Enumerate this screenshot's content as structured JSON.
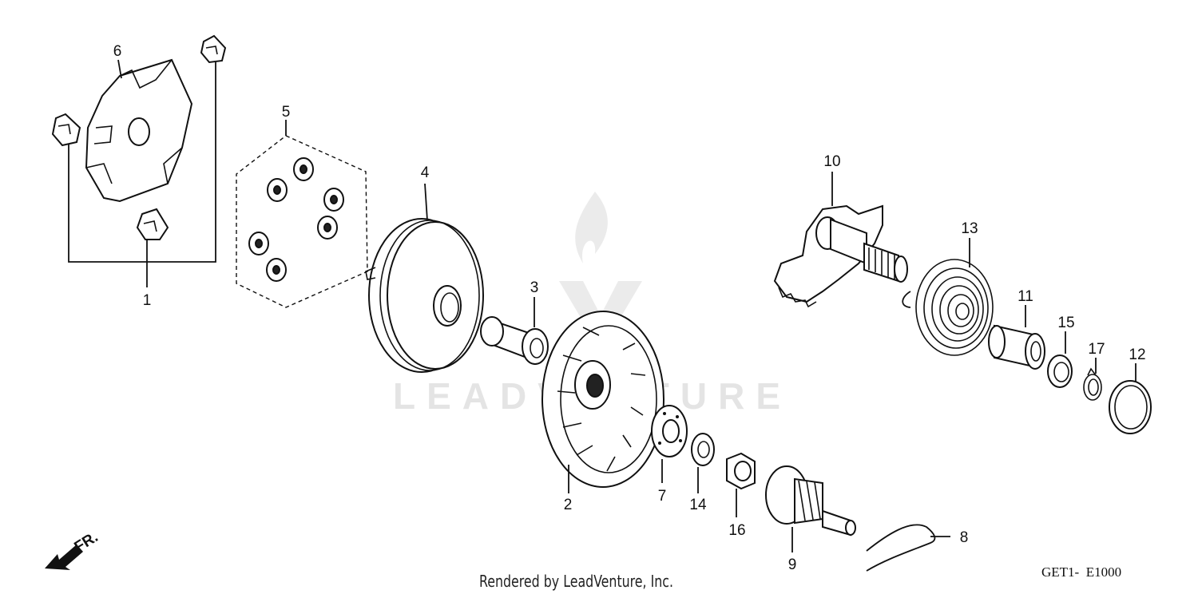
{
  "diagram": {
    "callouts": [
      "1",
      "2",
      "3",
      "4",
      "5",
      "6",
      "7",
      "8",
      "9",
      "10",
      "11",
      "12",
      "13",
      "14",
      "15",
      "16",
      "17"
    ],
    "direction_label": "FR.",
    "watermark_text": "LEADVENTURE",
    "footer": "Rendered by LeadVenture, Inc.",
    "diagram_code": "GET1-  E1000"
  }
}
